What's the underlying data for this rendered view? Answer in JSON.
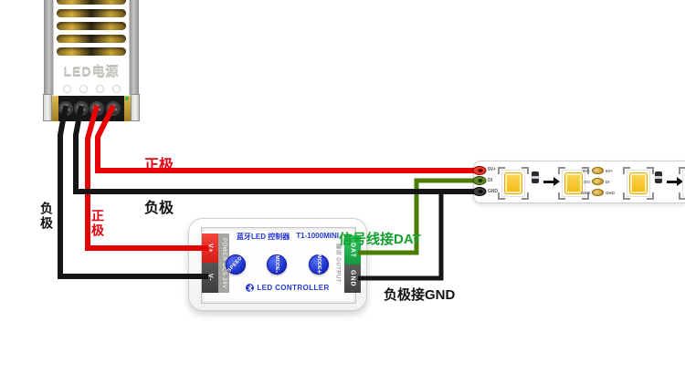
{
  "colors": {
    "wire_red": "#e80005",
    "wire_black": "#161616",
    "wire_green": "#4b7d05",
    "label_red": "#e60012",
    "label_green": "#12a12e",
    "label_black": "#121212",
    "controller_blue": "#2438d2",
    "button_blue": "#1b2fd0",
    "dat_pad_green": "#22b14c",
    "led_yellow": "#f7c51e",
    "terminal_gold": "#c9a33b"
  },
  "power_supply": {
    "name": "LED电源"
  },
  "wire_labels": {
    "positive_top": "正极",
    "negative_top": "负极",
    "positive_side": "正极",
    "negative_side": "负极",
    "signal_dat": "信号线接DAT",
    "negative_gnd": "负极接GND"
  },
  "controller": {
    "title": "蓝牙LED 控制器",
    "model": "T1-1000MINI",
    "power_side_label": "POWER DC5-24V",
    "output_side_label": "输出 OUTPUT",
    "footer": "LED CONTROLLER",
    "input_pads": [
      {
        "label": "V+"
      },
      {
        "label": "V-"
      }
    ],
    "output_pads": [
      {
        "label": "DAT"
      },
      {
        "label": "GND"
      }
    ],
    "buttons": [
      {
        "label": "SPEED",
        "sign": ""
      },
      {
        "label": "MODE",
        "sign": "-"
      },
      {
        "label": "MODE",
        "sign": "+"
      }
    ]
  },
  "led_strip": {
    "input_pads": [
      {
        "label": "5V+"
      },
      {
        "label": "DI"
      },
      {
        "label": "GND"
      }
    ],
    "junction_left": [
      {
        "label": "5V+"
      },
      {
        "label": "DO"
      },
      {
        "label": "GND"
      }
    ],
    "junction_right": [
      {
        "label": "5V+"
      },
      {
        "label": "DI"
      },
      {
        "label": "GND"
      }
    ]
  }
}
